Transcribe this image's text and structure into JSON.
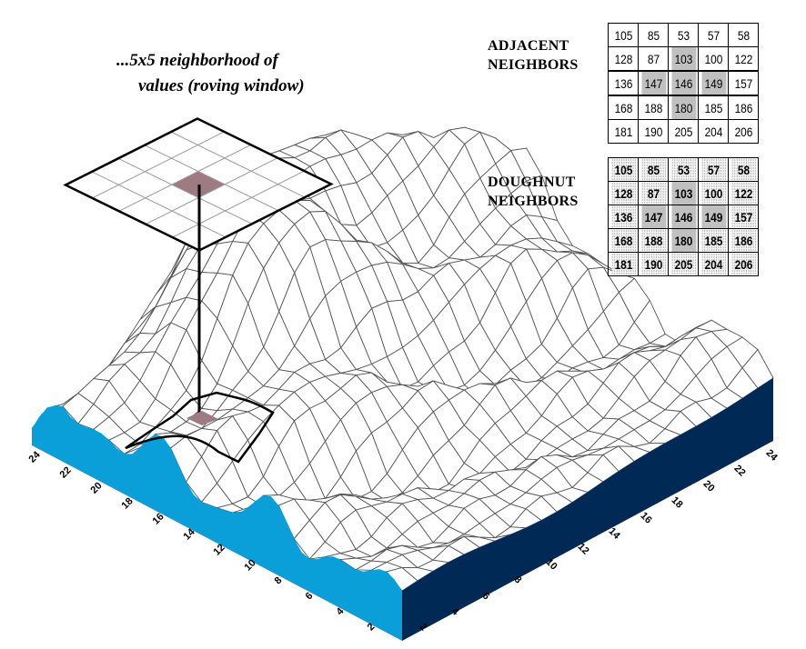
{
  "caption": {
    "line1": "...5x5 neighborhood of",
    "line2": "values (roving window)"
  },
  "adjacent": {
    "label_line1": "ADJACENT",
    "label_line2": "NEIGHBORS",
    "rows": [
      [
        105,
        85,
        53,
        57,
        58
      ],
      [
        128,
        87,
        103,
        100,
        122
      ],
      [
        136,
        147,
        146,
        149,
        157
      ],
      [
        168,
        188,
        180,
        185,
        186
      ],
      [
        181,
        190,
        205,
        204,
        206
      ]
    ],
    "highlighted": [
      [
        1,
        2
      ],
      [
        2,
        1
      ],
      [
        2,
        2
      ],
      [
        2,
        3
      ],
      [
        3,
        2
      ]
    ]
  },
  "doughnut": {
    "label_line1": "DOUGHNUT",
    "label_line2": "NEIGHBORS",
    "rows": [
      [
        105,
        85,
        53,
        57,
        58
      ],
      [
        128,
        87,
        103,
        100,
        122
      ],
      [
        136,
        147,
        146,
        149,
        157
      ],
      [
        168,
        188,
        180,
        185,
        186
      ],
      [
        181,
        190,
        205,
        204,
        206
      ]
    ],
    "highlighted": [
      [
        1,
        2
      ],
      [
        2,
        1
      ],
      [
        2,
        2
      ],
      [
        2,
        3
      ],
      [
        3,
        2
      ]
    ]
  },
  "axes": {
    "left_ticks": [
      "2",
      "4",
      "6",
      "8",
      "10",
      "12",
      "14",
      "16",
      "18",
      "20",
      "22",
      "24"
    ],
    "right_ticks": [
      "2",
      "4",
      "6",
      "8",
      "10",
      "12",
      "14",
      "16",
      "18",
      "20",
      "22",
      "24"
    ]
  },
  "colors": {
    "left_face": "#0a9fd8",
    "right_face": "#002a55",
    "window_cell": "#9e7a82",
    "highlight_cell": "#c0c0c0"
  }
}
